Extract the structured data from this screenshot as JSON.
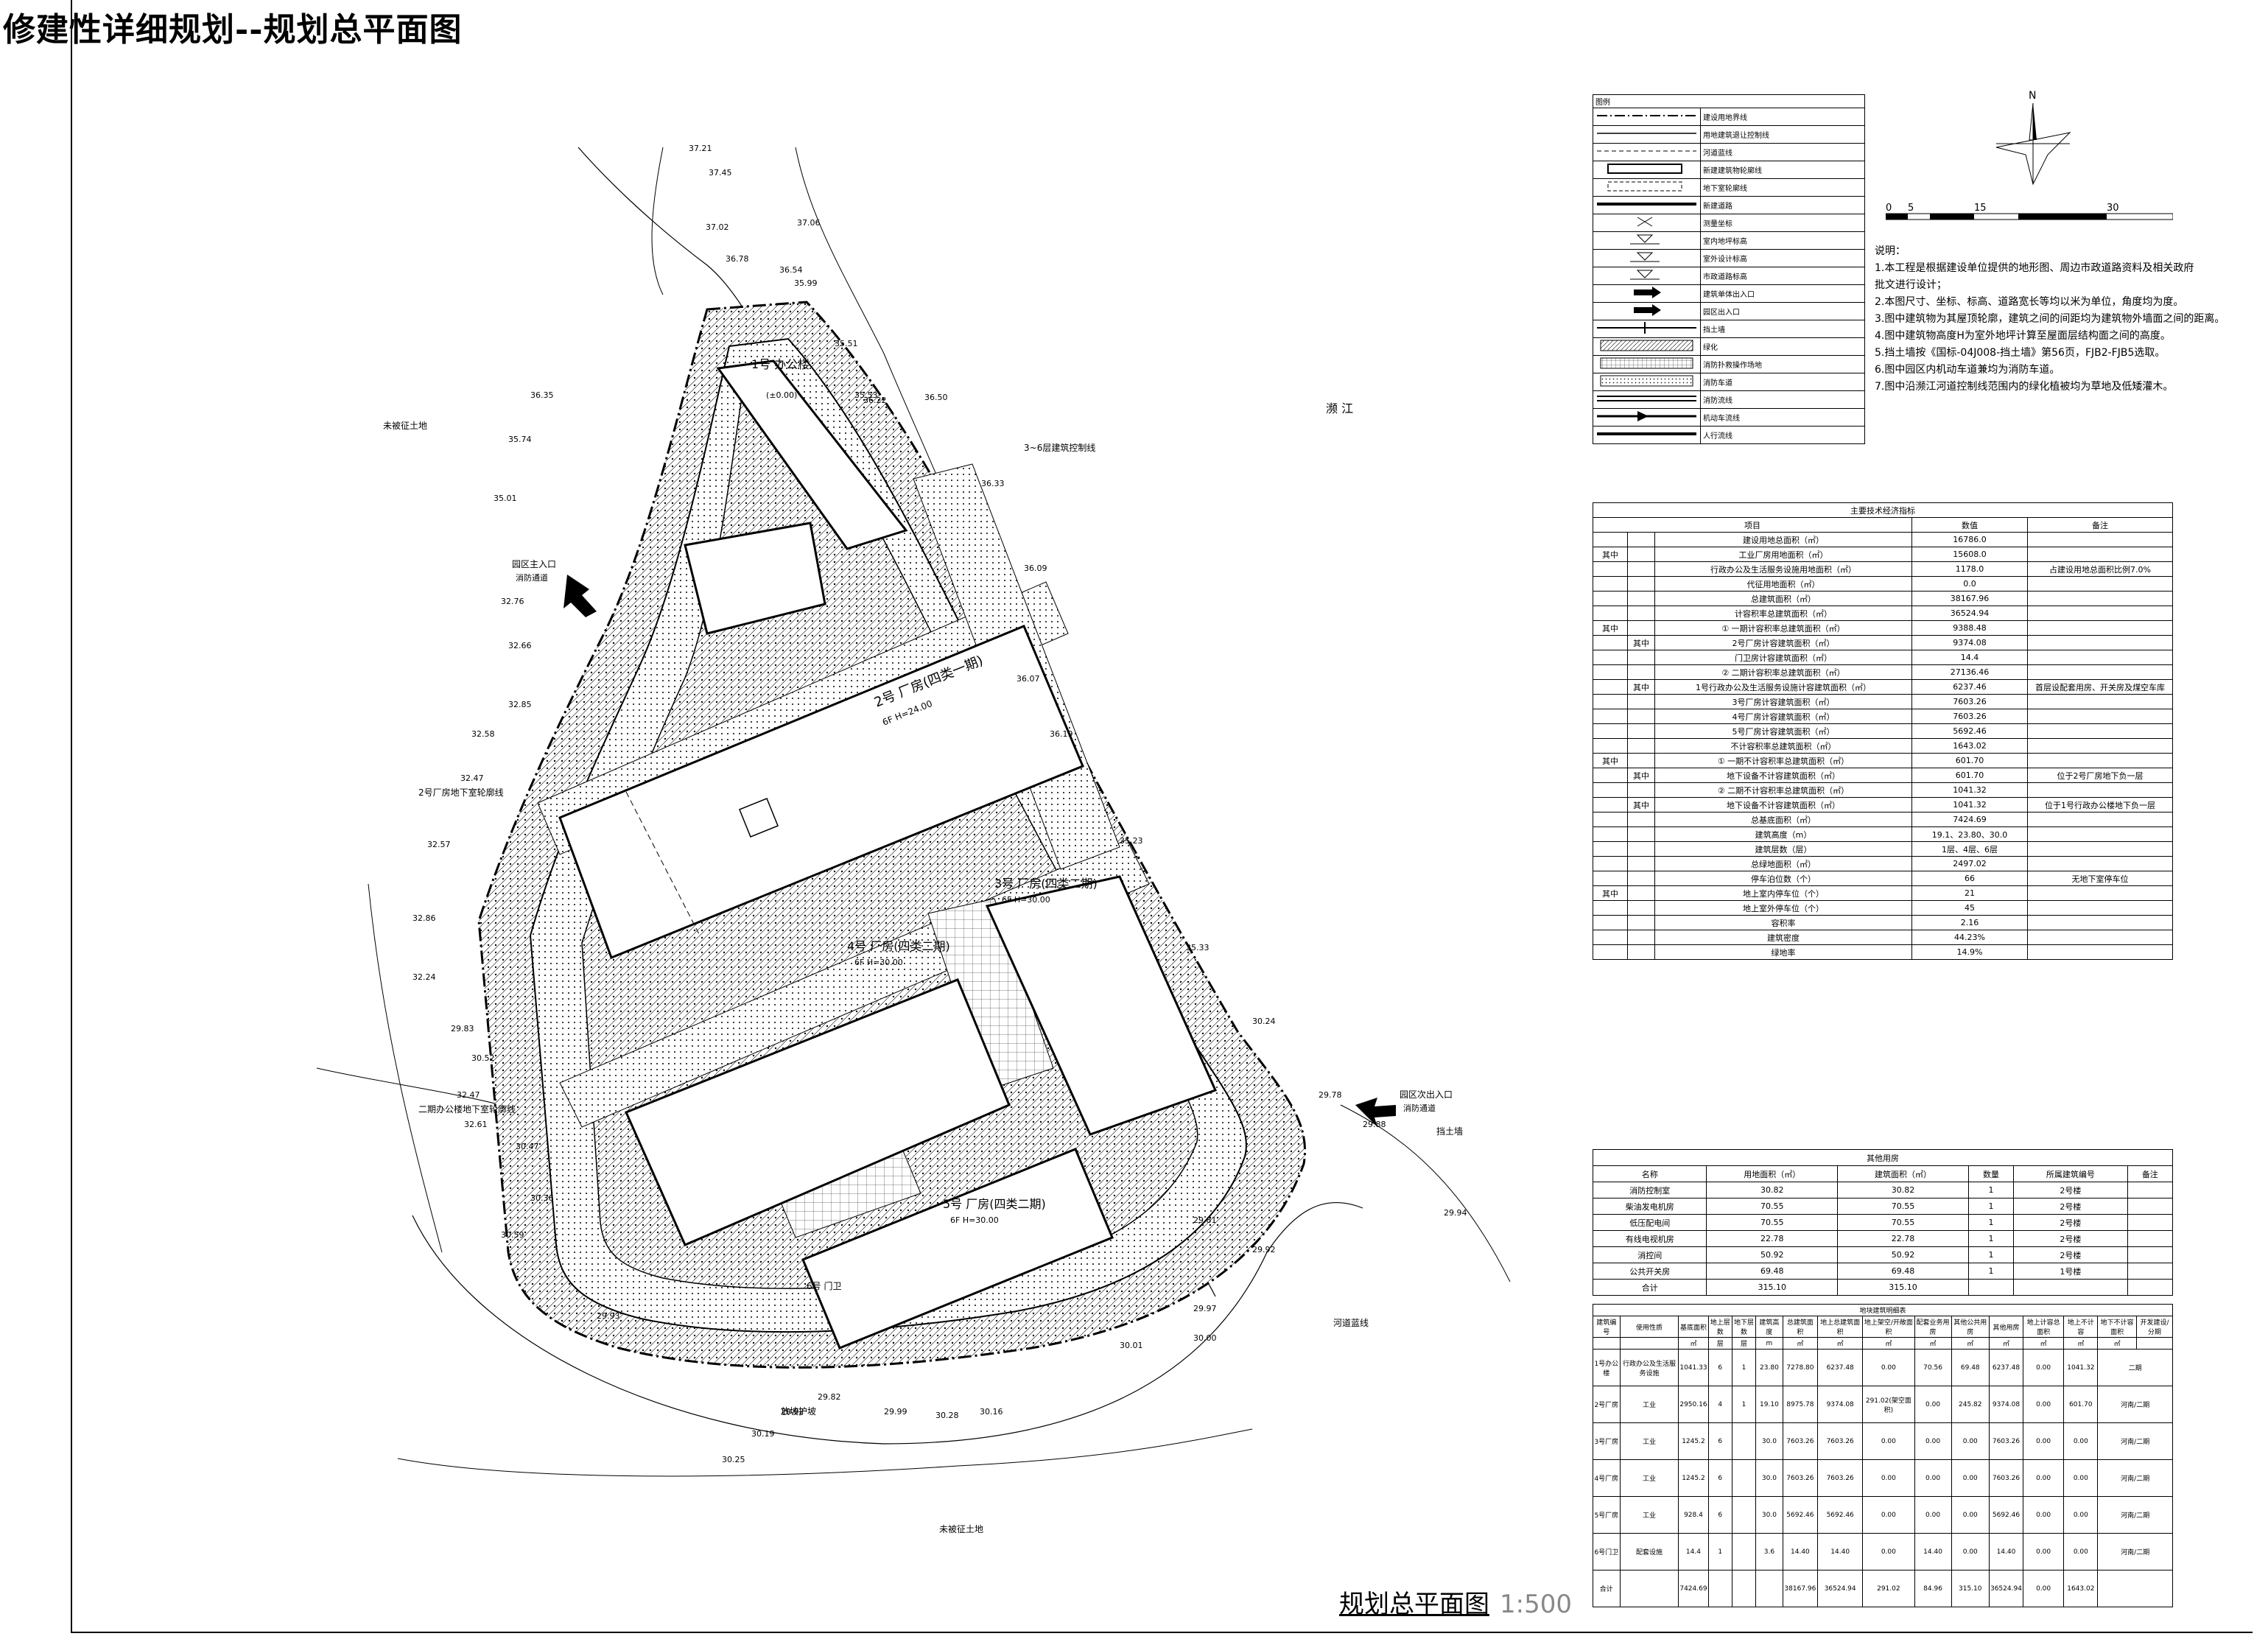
{
  "sheet": {
    "title": "修建性详细规划--规划总平面图",
    "caption_title": "规划总平面图",
    "caption_scale": "1:500"
  },
  "legend": {
    "title": "图例",
    "items": [
      {
        "sym": "dashdot",
        "label": "建设用地界线"
      },
      {
        "sym": "solid",
        "label": "用地建筑退让控制线"
      },
      {
        "sym": "dashed",
        "label": "河道蓝线"
      },
      {
        "sym": "box",
        "label": "新建建筑物轮廓线"
      },
      {
        "sym": "dashbox",
        "label": "地下室轮廓线"
      },
      {
        "sym": "thick",
        "label": "新建道路"
      },
      {
        "sym": "cross",
        "label": "测量坐标"
      },
      {
        "sym": "level",
        "label": "室内地坪标高"
      },
      {
        "sym": "level",
        "label": "室外设计标高"
      },
      {
        "sym": "level",
        "label": "市政道路标高"
      },
      {
        "sym": "arrow",
        "label": "建筑单体出入口"
      },
      {
        "sym": "arrow",
        "label": "园区出入口"
      },
      {
        "sym": "wall",
        "label": "挡土墙"
      },
      {
        "sym": "hatch",
        "label": "绿化"
      },
      {
        "sym": "hatch2",
        "label": "消防扑救操作场地"
      },
      {
        "sym": "dots",
        "label": "消防车道"
      },
      {
        "sym": "double",
        "label": "消防流线"
      },
      {
        "sym": "arrow2",
        "label": "机动车流线"
      },
      {
        "sym": "thick",
        "label": "人行流线"
      }
    ]
  },
  "north": {
    "label": "N"
  },
  "scale_bar": {
    "ticks": [
      "0",
      "5",
      "15",
      "30"
    ]
  },
  "notes": {
    "title": "说明：",
    "lines": [
      "1.本工程是根据建设单位提供的地形图、周边市政道路资料及相关政府",
      "批文进行设计；",
      "2.本图尺寸、坐标、标高、道路宽长等均以米为单位，角度均为度。",
      "3.图中建筑物为其屋顶轮廓，建筑之间的间距均为建筑物外墙面之间的距离。",
      "4.图中建筑物高度H为室外地坪计算至屋面层结构面之间的高度。",
      "5.挡土墙按《国标-04J008-挡土墙》第56页，FJB2-FJB5选取。",
      "6.图中园区内机动车道兼均为消防车道。",
      "7.图中沿濒江河道控制线范围内的绿化植被均为草地及低矮灌木。"
    ]
  },
  "indicators": {
    "title": "主要技术经济指标",
    "headers": [
      "项目",
      "数值",
      "备注"
    ],
    "rows": [
      [
        "",
        "",
        "建设用地总面积（㎡）",
        "16786.0",
        ""
      ],
      [
        "其中",
        "",
        "工业厂房用地面积（㎡）",
        "15608.0",
        ""
      ],
      [
        "",
        "",
        "行政办公及生活服务设施用地面积（㎡）",
        "1178.0",
        "占建设用地总面积比例7.0%"
      ],
      [
        "",
        "",
        "代征用地面积（㎡）",
        "0.0",
        ""
      ],
      [
        "",
        "",
        "总建筑面积（㎡）",
        "38167.96",
        ""
      ],
      [
        "",
        "",
        "计容积率总建筑面积（㎡）",
        "36524.94",
        ""
      ],
      [
        "其中",
        "",
        "① 一期计容积率总建筑面积（㎡）",
        "9388.48",
        ""
      ],
      [
        "",
        "其中",
        "2号厂房计容建筑面积（㎡）",
        "9374.08",
        ""
      ],
      [
        "",
        "",
        "门卫房计容建筑面积（㎡）",
        "14.4",
        ""
      ],
      [
        "",
        "",
        "② 二期计容积率总建筑面积（㎡）",
        "27136.46",
        ""
      ],
      [
        "",
        "其中",
        "1号行政办公及生活服务设施计容建筑面积（㎡）",
        "6237.46",
        "首层设配套用房、开关房及煤空车库"
      ],
      [
        "",
        "",
        "3号厂房计容建筑面积（㎡）",
        "7603.26",
        ""
      ],
      [
        "",
        "",
        "4号厂房计容建筑面积（㎡）",
        "7603.26",
        ""
      ],
      [
        "",
        "",
        "5号厂房计容建筑面积（㎡）",
        "5692.46",
        ""
      ],
      [
        "",
        "",
        "不计容积率总建筑面积（㎡）",
        "1643.02",
        ""
      ],
      [
        "其中",
        "",
        "① 一期不计容积率总建筑面积（㎡）",
        "601.70",
        ""
      ],
      [
        "",
        "其中",
        "地下设备不计容建筑面积（㎡）",
        "601.70",
        "位于2号厂房地下负一层"
      ],
      [
        "",
        "",
        "② 二期不计容积率总建筑面积（㎡）",
        "1041.32",
        ""
      ],
      [
        "",
        "其中",
        "地下设备不计容建筑面积（㎡）",
        "1041.32",
        "位于1号行政办公楼地下负一层"
      ],
      [
        "",
        "",
        "总基底面积（㎡）",
        "7424.69",
        ""
      ],
      [
        "",
        "",
        "建筑高度（m）",
        "19.1、23.80、30.0",
        ""
      ],
      [
        "",
        "",
        "建筑层数（层）",
        "1层、4层、6层",
        ""
      ],
      [
        "",
        "",
        "总绿地面积（㎡）",
        "2497.02",
        ""
      ],
      [
        "",
        "",
        "停车泊位数（个）",
        "66",
        "无地下室停车位"
      ],
      [
        "其中",
        "",
        "地上室内停车位（个）",
        "21",
        ""
      ],
      [
        "",
        "",
        "地上室外停车位（个）",
        "45",
        ""
      ],
      [
        "",
        "",
        "容积率",
        "2.16",
        ""
      ],
      [
        "",
        "",
        "建筑密度",
        "44.23%",
        ""
      ],
      [
        "",
        "",
        "绿地率",
        "14.9%",
        ""
      ]
    ]
  },
  "rooms": {
    "title": "其他用房",
    "headers": [
      "名称",
      "用地面积（㎡）",
      "建筑面积（㎡）",
      "数量",
      "所属建筑编号",
      "备注"
    ],
    "rows": [
      [
        "消防控制室",
        "30.82",
        "30.82",
        "1",
        "2号楼",
        ""
      ],
      [
        "柴油发电机房",
        "70.55",
        "70.55",
        "1",
        "2号楼",
        ""
      ],
      [
        "低压配电间",
        "70.55",
        "70.55",
        "1",
        "2号楼",
        ""
      ],
      [
        "有线电视机房",
        "22.78",
        "22.78",
        "1",
        "2号楼",
        ""
      ],
      [
        "消控间",
        "50.92",
        "50.92",
        "1",
        "2号楼",
        ""
      ],
      [
        "公共开关房",
        "69.48",
        "69.48",
        "1",
        "1号楼",
        ""
      ],
      [
        "合计",
        "315.10",
        "315.10",
        "",
        "",
        ""
      ]
    ]
  },
  "buildings": {
    "title": "地块建筑明细表",
    "headers": [
      "建筑编号",
      "使用性质",
      "基底面积",
      "地上层数",
      "地下层数",
      "建筑高度",
      "总建筑面积",
      "地上总建筑面积",
      "地上架空/开敞面积",
      "配套业务用房",
      "其他公共用房",
      "其他用房",
      "地上计容总面积",
      "地上不计容",
      "地下不计容面积",
      "开发建设/分期"
    ],
    "units": [
      "",
      "",
      "㎡",
      "层",
      "层",
      "m",
      "㎡",
      "㎡",
      "㎡",
      "㎡",
      "㎡",
      "㎡",
      "㎡",
      "㎡",
      "㎡",
      ""
    ],
    "rows": [
      [
        "1号办公楼",
        "行政办公及生活服务设施",
        "1041.33",
        "6",
        "1",
        "23.80",
        "7278.80",
        "6237.48",
        "0.00",
        "70.56",
        "69.48",
        "6237.48",
        "0.00",
        "1041.32",
        "二期"
      ],
      [
        "2号厂房",
        "工业",
        "2950.16",
        "4",
        "1",
        "19.10",
        "8975.78",
        "9374.08",
        "291.02(架空面积)",
        "0.00",
        "245.82",
        "9374.08",
        "0.00",
        "601.70",
        "河南/二期"
      ],
      [
        "3号厂房",
        "工业",
        "1245.2",
        "6",
        "",
        "30.0",
        "7603.26",
        "7603.26",
        "0.00",
        "0.00",
        "0.00",
        "7603.26",
        "0.00",
        "0.00",
        "河南/二期"
      ],
      [
        "4号厂房",
        "工业",
        "1245.2",
        "6",
        "",
        "30.0",
        "7603.26",
        "7603.26",
        "0.00",
        "0.00",
        "0.00",
        "7603.26",
        "0.00",
        "0.00",
        "河南/二期"
      ],
      [
        "5号厂房",
        "工业",
        "928.4",
        "6",
        "",
        "30.0",
        "5692.46",
        "5692.46",
        "0.00",
        "0.00",
        "0.00",
        "5692.46",
        "0.00",
        "0.00",
        "河南/二期"
      ],
      [
        "6号门卫",
        "配套设施",
        "14.4",
        "1",
        "",
        "3.6",
        "14.40",
        "14.40",
        "0.00",
        "14.40",
        "0.00",
        "14.40",
        "0.00",
        "0.00",
        "河南/二期"
      ],
      [
        "合计",
        "",
        "7424.69",
        "",
        "",
        "",
        "38167.96",
        "36524.94",
        "291.02",
        "84.96",
        "315.10",
        "36524.94",
        "0.00",
        "1643.02",
        ""
      ]
    ]
  },
  "plan": {
    "labels": {
      "factory2": "2号 厂房(四类一期)",
      "factory2_sub": "6F H=24.00",
      "factory3": "3号 厂房(四类二期)",
      "factory3_sub": "6F H=30.00",
      "factory4": "4号 厂房(四类二期)",
      "factory4_sub": "6F H=30.00",
      "factory5": "5号 厂房(四类二期)",
      "factory5_sub": "6F H=30.00",
      "office": "1号 办公楼",
      "office_sub": "(±0.00)",
      "gate": "6号 门卫",
      "main_entrance": "园区主入口",
      "main_entrance_sub": "消防通道",
      "secondary_entrance": "园区次出入口",
      "secondary_entrance_sub": "消防通道",
      "undeveloped_north": "未被征土地",
      "undeveloped_south": "未被征土地",
      "river": "濒  江",
      "retaining_wall": "挡土墙",
      "river_blue_line": "河道蓝线",
      "slope": "放坡护坡",
      "underground_note": "2号厂房地下室轮廓线",
      "phase_note": "二期办公楼地下室轮廓线",
      "building_line": "3~6层建筑控制线"
    },
    "elevations": [
      "37.21",
      "37.45",
      "37.02",
      "37.06",
      "36.78",
      "36.54",
      "35.99",
      "35.51",
      "35.53",
      "36.22",
      "36.50",
      "36.33",
      "36.09",
      "36.07",
      "36.19",
      "35.23",
      "35.33",
      "30.24",
      "29.78",
      "29.88",
      "29.94",
      "29.81",
      "29.92",
      "29.97",
      "30.00",
      "30.01",
      "30.16",
      "30.28",
      "29.99",
      "29.82",
      "29.92",
      "30.19",
      "30.25",
      "29.93",
      "30.59",
      "30.36",
      "30.47",
      "32.61",
      "32.47",
      "30.52",
      "29.83",
      "32.24",
      "32.86",
      "32.57",
      "32.47",
      "32.58",
      "32.85",
      "32.66",
      "32.76",
      "35.01",
      "35.74",
      "36.35"
    ]
  }
}
